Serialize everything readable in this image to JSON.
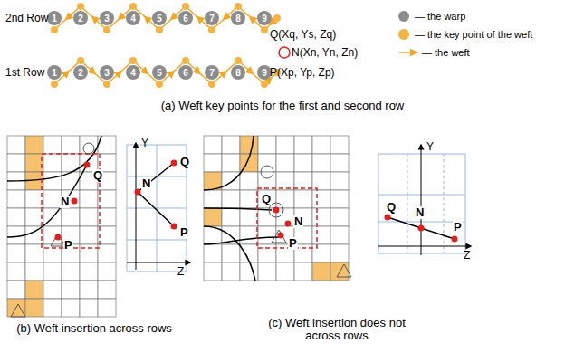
{
  "diagram": {
    "nodes": [
      {
        "text": [
          "1"
        ]
      },
      {
        "text": [
          "2"
        ]
      },
      {
        "text": [
          "3"
        ]
      },
      {
        "text": [
          "4"
        ]
      },
      {
        "text": [
          "5"
        ]
      },
      {
        "text": [
          "6"
        ]
      },
      {
        "text": [
          "7"
        ]
      },
      {
        "text": [
          "8"
        ]
      },
      {
        "text": [
          "9"
        ]
      },
      {
        "text": [
          "1"
        ]
      },
      {
        "text": [
          "2"
        ]
      },
      {
        "text": [
          "3"
        ]
      },
      {
        "text": [
          "4"
        ]
      },
      {
        "text": [
          "5"
        ]
      },
      {
        "text": [
          "6"
        ]
      },
      {
        "text": [
          "7"
        ]
      },
      {
        "text": [
          "8"
        ]
      },
      {
        "text": [
          "9"
        ]
      }
    ],
    "labels": [
      "2nd Row",
      "1st Row",
      "Q(Xq, Ys, Zq)",
      "N(Xn, Yn, Zn)",
      "P(Xp, Yp, Zp)",
      "(a) Weft key points for the first and second row",
      "Q",
      "N",
      "P",
      "Y",
      "Q",
      "N",
      "P",
      "Z",
      "(b) Weft insertion across rows",
      "Q",
      "N",
      "P",
      "Y",
      "Q",
      "N",
      "P",
      "Z",
      "(c) Weft insertion does not across rows"
    ],
    "legend": [
      {
        "text": "— the warp",
        "color": "#8c8c8c"
      },
      {
        "text": "— the key point of the weft",
        "color": "#f5b342"
      },
      {
        "text": "— the weft"
      }
    ]
  }
}
